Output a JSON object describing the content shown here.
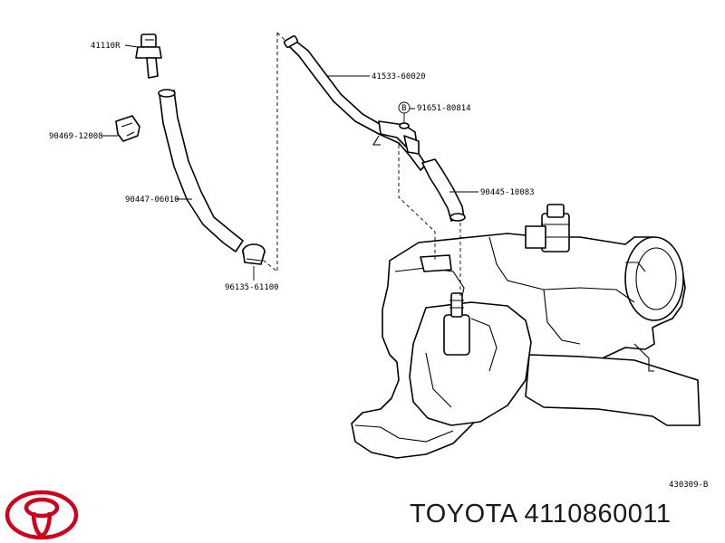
{
  "diagram": {
    "labels": {
      "breather_plug": "41110R",
      "clip": "90469-12008",
      "breather_hose_left": "90447-06010",
      "hose_clamp": "96135-61100",
      "breather_tube": "41533-60020",
      "bolt_callout": "B",
      "bolt_number": "91651-80814",
      "breather_hose_right": "90445-10083",
      "drawing_code": "430309-B"
    }
  },
  "footer": {
    "brand": "TOYOTA",
    "part_number": "4110860011",
    "logo_color": "#d0021b"
  }
}
